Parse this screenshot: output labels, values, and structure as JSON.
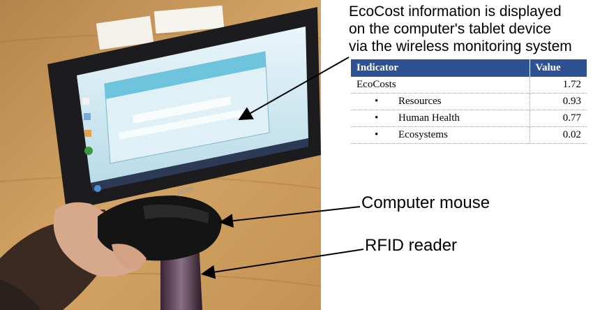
{
  "callouts": {
    "tablet_title": "EcoCost information is displayed\non the computer's tablet device\nvia the wireless monitoring system",
    "mouse_label": "Computer mouse",
    "rfid_label": "RFID reader"
  },
  "table": {
    "headers": [
      "Indicator",
      "Value"
    ],
    "rows": [
      {
        "label": "EcoCosts",
        "value": "1.72"
      },
      {
        "label": "Resources",
        "value": "0.93"
      },
      {
        "label": "Human Health",
        "value": "0.77"
      },
      {
        "label": "Ecosystems",
        "value": "0.02"
      }
    ]
  },
  "photo": {
    "screen_title": "Electronic Waste Recycling System",
    "bezel_brand": "acer"
  },
  "colors": {
    "table_header": "#2d5193",
    "screen": "#cfeaf2",
    "bezel": "#1c1c1f",
    "desk": "#c89a5c"
  }
}
